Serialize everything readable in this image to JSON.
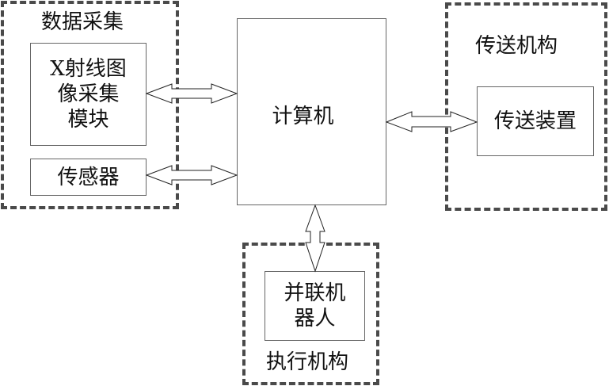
{
  "groups": {
    "data_acquisition": {
      "label": "数据采集"
    },
    "transfer_mechanism": {
      "label": "传送机构"
    },
    "execution_mechanism": {
      "label": "执行机构"
    }
  },
  "blocks": {
    "xray_module": "X射线图\n像采集\n模块",
    "sensor": "传感器",
    "computer": "计算机",
    "transfer_device": "传送装置",
    "parallel_robot": "并联机\n器人"
  },
  "connections": [
    {
      "from": "xray_module",
      "to": "computer",
      "type": "bidirectional"
    },
    {
      "from": "sensor",
      "to": "computer",
      "type": "bidirectional"
    },
    {
      "from": "computer",
      "to": "transfer_device",
      "type": "bidirectional"
    },
    {
      "from": "computer",
      "to": "parallel_robot",
      "type": "bidirectional"
    }
  ]
}
